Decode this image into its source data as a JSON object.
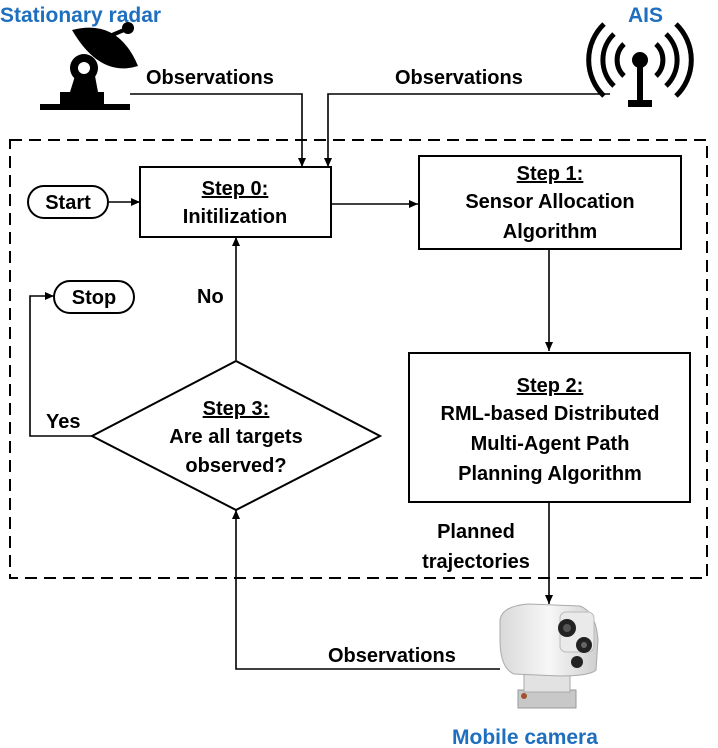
{
  "sources": {
    "radar": "Stationary radar",
    "ais": "AIS",
    "camera": "Mobile camera"
  },
  "edges": {
    "radar_obs": "Observations",
    "ais_obs": "Observations",
    "camera_obs": "Observations",
    "planned_1": "Planned",
    "planned_2": "trajectories",
    "no": "No",
    "yes": "Yes"
  },
  "nodes": {
    "start": "Start",
    "stop": "Stop",
    "step0": {
      "title": "Step 0:",
      "line1": "Initilization"
    },
    "step1": {
      "title": "Step 1:",
      "line1": "Sensor Allocation",
      "line2": "Algorithm"
    },
    "step2": {
      "title": "Step 2:",
      "line1": "RML-based Distributed",
      "line2": "Multi-Agent Path",
      "line3": "Planning Algorithm"
    },
    "step3": {
      "title": "Step 3:",
      "line1": "Are all targets",
      "line2": "observed?"
    }
  },
  "colors": {
    "accent": "#1f6fbf",
    "line": "#000000"
  },
  "icons": [
    "radar-dish-icon",
    "antenna-icon",
    "camera-icon"
  ]
}
